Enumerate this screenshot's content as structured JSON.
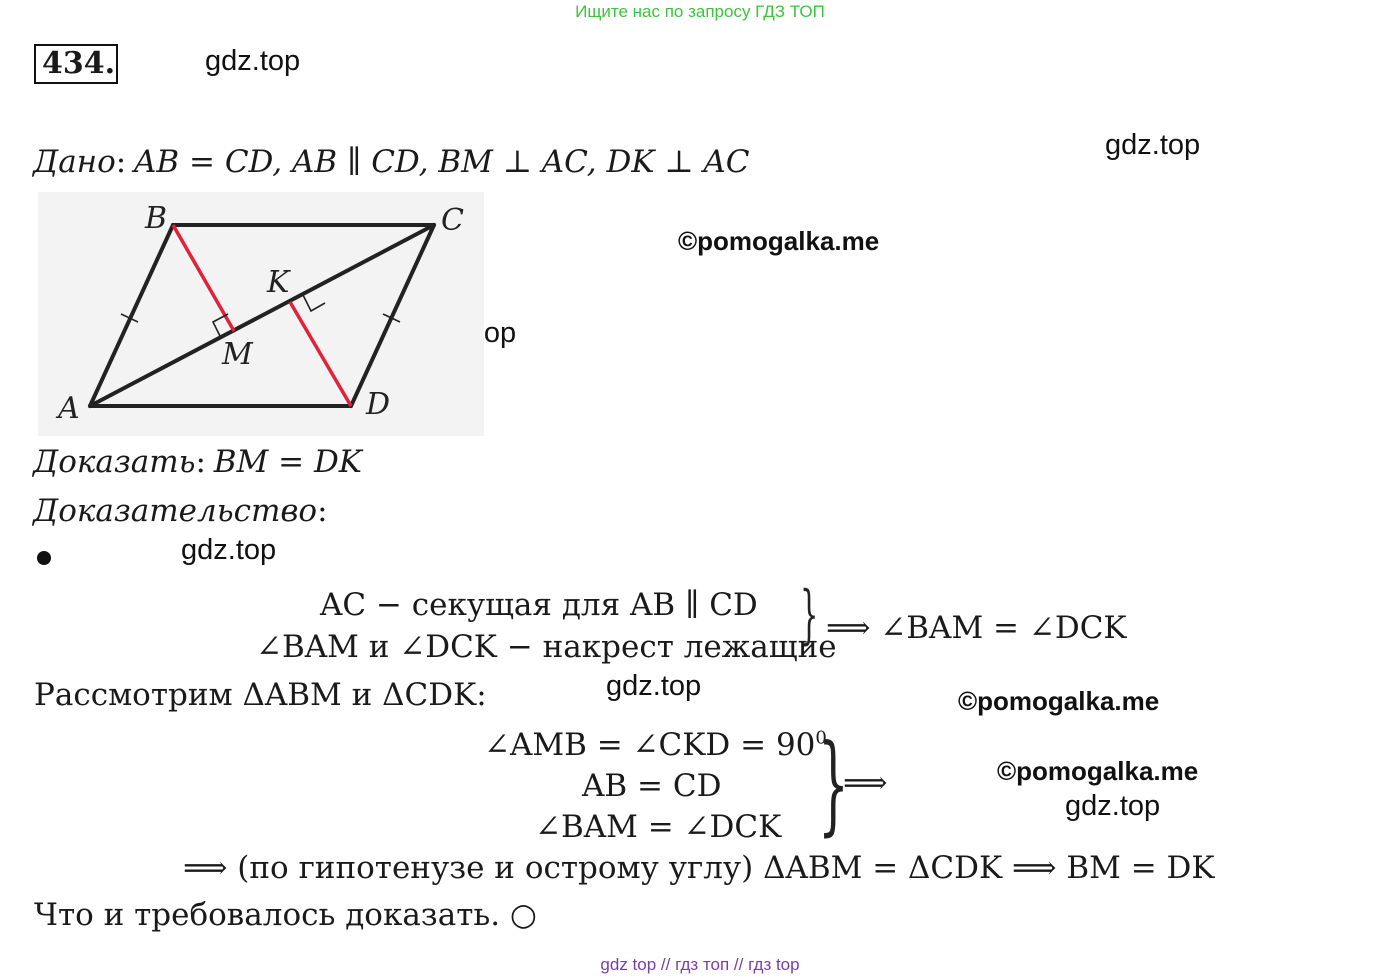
{
  "banner": "Ищите нас по запросу ГДЗ ТОП",
  "problem_number": "434.",
  "watermarks": {
    "gdz": "gdz.top",
    "pomogalka": "©pomogalka.me"
  },
  "given": {
    "label": "Дано",
    "colon": ":",
    "text": "AB = CD, AB ∥ CD, BM ⊥ AC, DK ⊥ AC"
  },
  "figure": {
    "points": {
      "A": "A",
      "B": "B",
      "C": "C",
      "D": "D",
      "K": "K",
      "M": "M"
    },
    "colors": {
      "segments": "#222222",
      "heights": "#e0223a",
      "background": "#f3f3f3"
    }
  },
  "prove": {
    "label": "Доказать",
    "colon": ":",
    "text": "BM = DK"
  },
  "proof_label": "Доказательство",
  "proof_colon": ":",
  "step1": {
    "line1": "AC − секущая для AB ∥ CD",
    "line2": "∠BAM и ∠DCK − накрест лежащие",
    "result": "⟹ ∠BAM = ∠DCK"
  },
  "consider": "Рассмотрим ΔABM  и ΔCDK:",
  "step2": {
    "line1": "∠AMB = ∠CKD = 90",
    "line1_sup": "0",
    "line2": "AB = CD",
    "line3": "∠BAM = ∠DCK",
    "result": "⟹"
  },
  "conclusion": "⟹ (по гипотенузе и острому углу) ΔABM  = ΔCDK ⟹ BM = DK",
  "qed": "Что и требовалось доказать. ○",
  "footer": "gdz top  //  гдз топ  //  гдз top"
}
